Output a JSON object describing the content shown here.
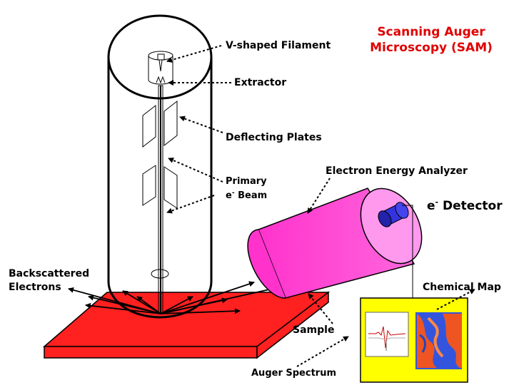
{
  "title": {
    "line1": "Scanning Auger",
    "line2": "Microscopy (SAM)"
  },
  "labels": {
    "filament": "V-shaped Filament",
    "extractor": "Extractor",
    "deflecting_plates": "Deflecting Plates",
    "primary_beam_line1": "Primary",
    "primary_beam_line2_prefix": "e",
    "primary_beam_line2_sup": "-",
    "primary_beam_line2_suffix": " Beam",
    "analyzer": "Electron Energy Analyzer",
    "detector_prefix": "e",
    "detector_sup": "-",
    "detector_suffix": " Detector",
    "backscattered_line1": "Backscattered",
    "backscattered_line2": "Electrons",
    "chemical_map": "Chemical Map",
    "sample": "Sample",
    "auger_spectrum": "Auger Spectrum"
  },
  "colors": {
    "title": "#e00000",
    "sample": "#ff2020",
    "analyzer": "#ff33cc",
    "detector": "#3333dd",
    "display_frame": "#ffff00"
  }
}
